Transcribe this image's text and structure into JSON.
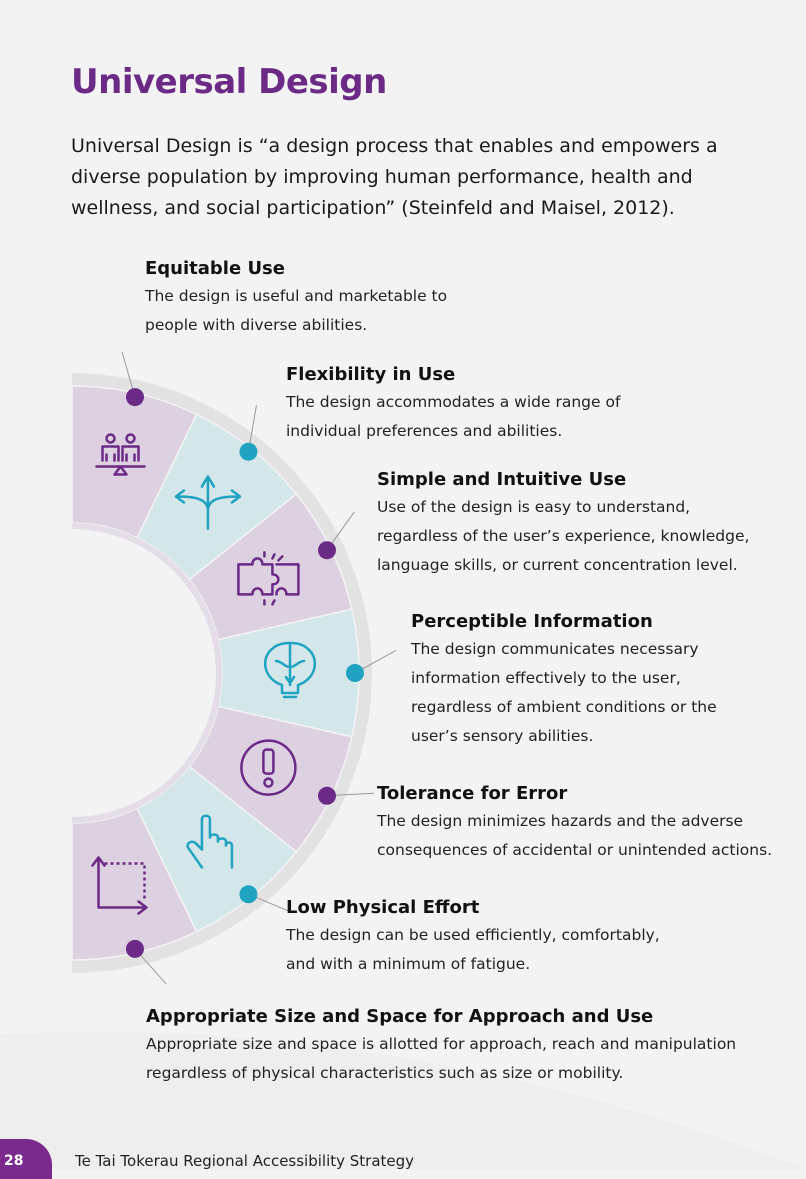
{
  "page": {
    "title": "Universal Design",
    "intro": "Universal Design is “a design process that enables and empowers a diverse population by improving human performance, health and wellness, and social participation” (Steinfeld and Maisel, 2012)."
  },
  "principles": [
    {
      "heading": "Equitable Use",
      "lines": [
        "The design is useful and marketable to",
        "people with diverse abilities."
      ],
      "icon": "balance-people-icon"
    },
    {
      "heading": "Flexibility in Use",
      "lines": [
        "The design accommodates a wide range of",
        "individual preferences and abilities."
      ],
      "icon": "branching-arrows-icon"
    },
    {
      "heading": "Simple and Intuitive Use",
      "lines": [
        "Use of the design is easy to understand,",
        "regardless of the user’s experience, knowledge,",
        "language skills, or current concentration level."
      ],
      "icon": "puzzle-piece-icon"
    },
    {
      "heading": "Perceptible Information",
      "lines": [
        "The design communicates necessary",
        "information effectively to the user,",
        "regardless of ambient conditions or the",
        "user’s sensory abilities."
      ],
      "icon": "brain-lightbulb-icon"
    },
    {
      "heading": "Tolerance for Error",
      "lines": [
        "The design minimizes hazards and the adverse",
        "consequences of accidental or unintended actions."
      ],
      "icon": "exclamation-circle-icon"
    },
    {
      "heading": "Low Physical Effort",
      "lines": [
        "The design can be used efficiently, comfortably,",
        "and with a minimum of fatigue."
      ],
      "icon": "pointing-hand-icon"
    },
    {
      "heading": "Appropriate Size and Space for Approach and Use",
      "lines": [
        "Appropriate size and space is allotted for approach, reach and manipulation",
        "regardless of physical characteristics such as size or mobility."
      ],
      "icon": "space-corner-icon"
    }
  ],
  "colors": {
    "purple": "#6b2a86",
    "teal": "#1fa3c0",
    "purple_tint": "#ddd0e0",
    "teal_tint": "#d3e6ea"
  },
  "footer": {
    "page_number": "28",
    "document_title": "Te Tai Tokerau Regional Accessibility Strategy"
  }
}
